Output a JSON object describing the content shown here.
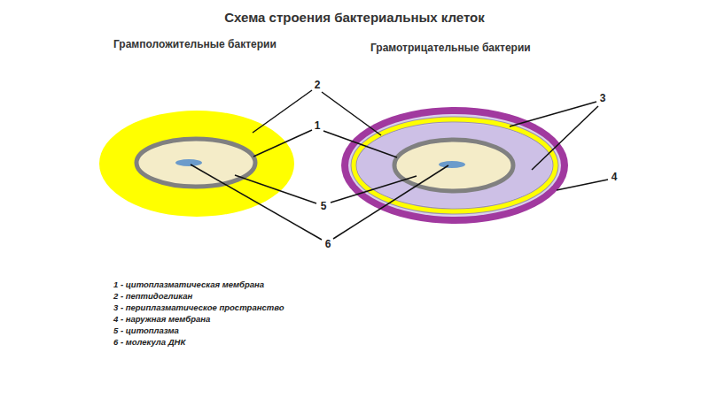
{
  "diagram": {
    "title": "Схема строения бактериальных клеток",
    "labels": [
      "Грамположительные бактерии",
      "Грамотрицательные бактерии",
      "2",
      "1",
      "3",
      "4",
      "5",
      "6",
      "1 - цитоплазматическая мембрана",
      "2 - пептидогликан",
      "3 - периплазматическое пространство",
      "4 - наружная мембрана",
      "5 - цитоплазма",
      "6 - молекула ДНК"
    ]
  }
}
